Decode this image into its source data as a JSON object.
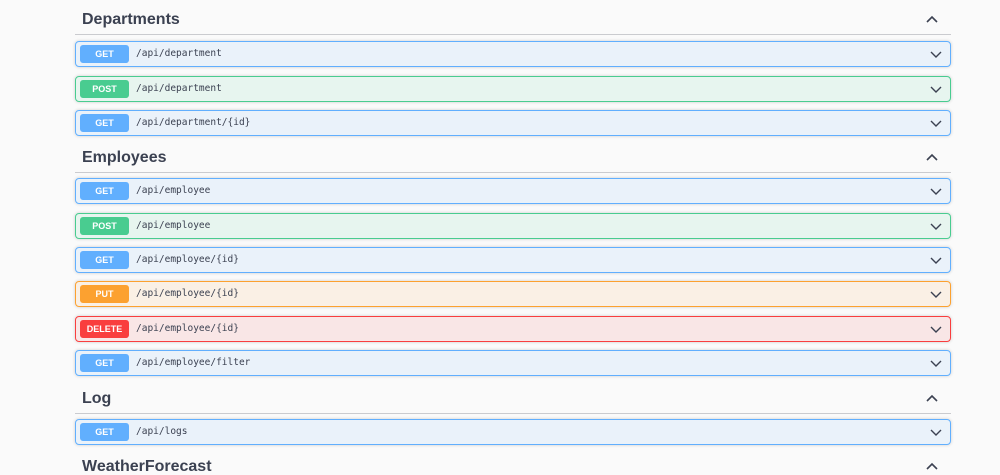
{
  "sections": [
    {
      "title": "Departments",
      "operations": [
        {
          "method": "GET",
          "path": "/api/department"
        },
        {
          "method": "POST",
          "path": "/api/department"
        },
        {
          "method": "GET",
          "path": "/api/department/{id}"
        }
      ]
    },
    {
      "title": "Employees",
      "operations": [
        {
          "method": "GET",
          "path": "/api/employee"
        },
        {
          "method": "POST",
          "path": "/api/employee"
        },
        {
          "method": "GET",
          "path": "/api/employee/{id}"
        },
        {
          "method": "PUT",
          "path": "/api/employee/{id}"
        },
        {
          "method": "DELETE",
          "path": "/api/employee/{id}"
        },
        {
          "method": "GET",
          "path": "/api/employee/filter"
        }
      ]
    },
    {
      "title": "Log",
      "operations": [
        {
          "method": "GET",
          "path": "/api/logs"
        }
      ]
    },
    {
      "title": "WeatherForecast",
      "operations": []
    }
  ],
  "icons": {
    "section_toggle": "chevron-up-icon",
    "operation_toggle": "chevron-down-icon"
  },
  "colors": {
    "GET": "#61affe",
    "POST": "#49cc90",
    "PUT": "#fca130",
    "DELETE": "#f93e3e",
    "text": "#3b4151"
  }
}
